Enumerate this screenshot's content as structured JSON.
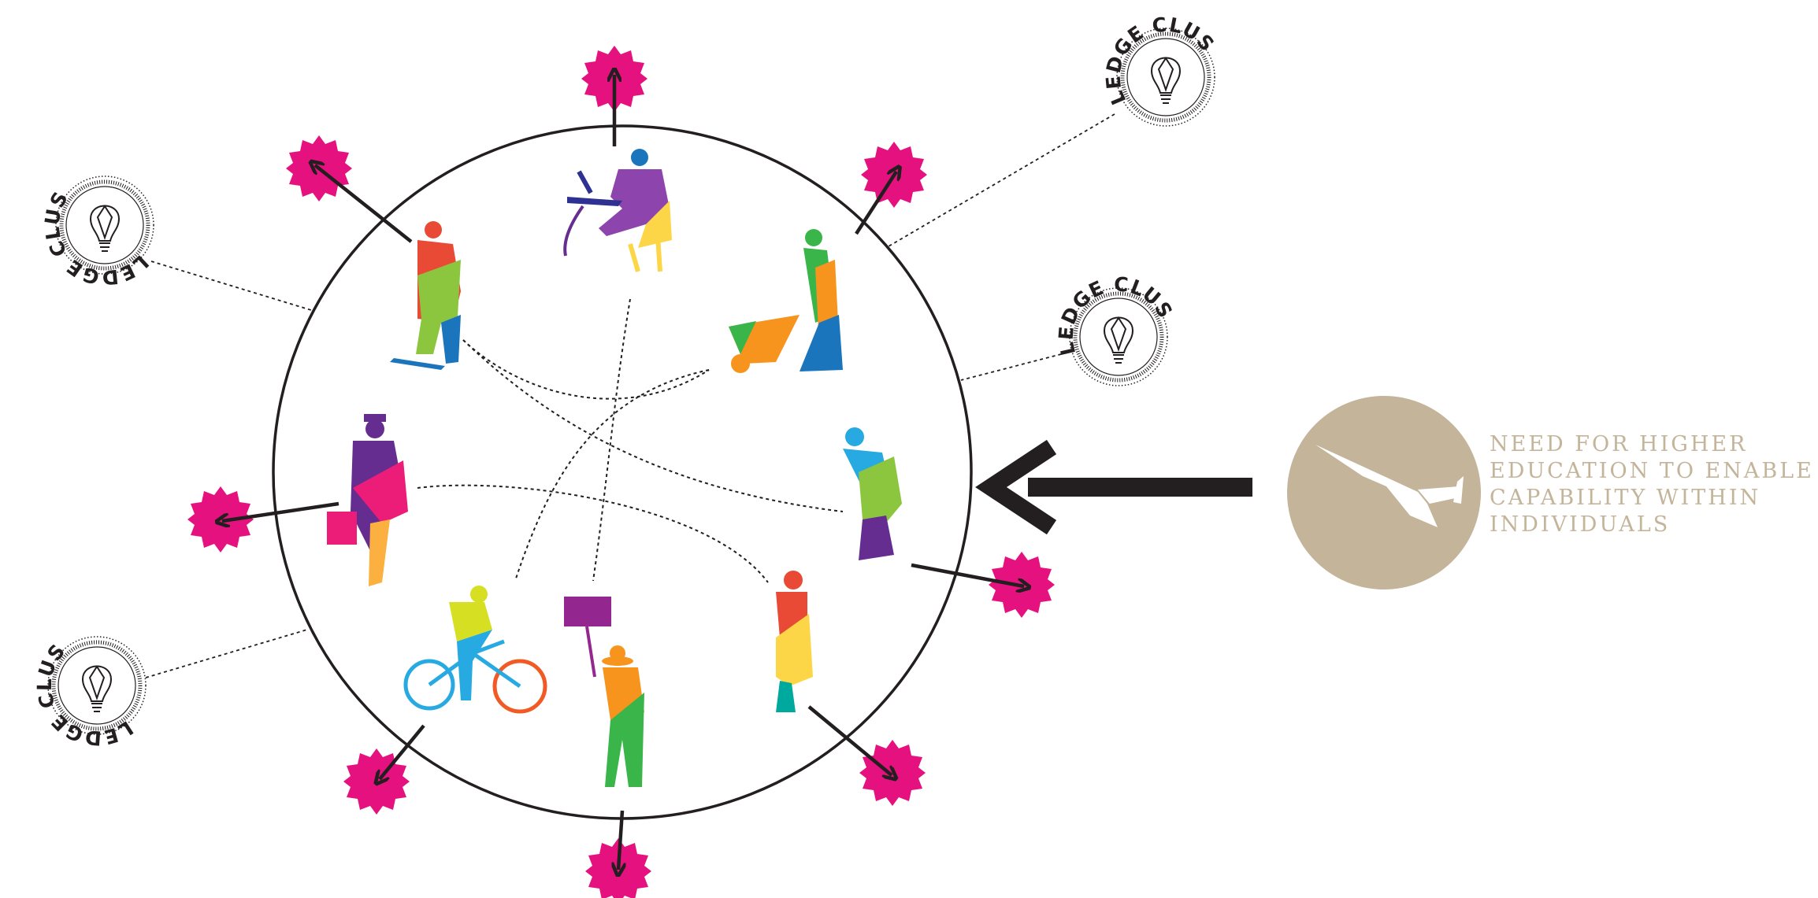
{
  "colors": {
    "burst": "#e5117e",
    "ink": "#231f20",
    "gold": "#c3b49a",
    "people": [
      "#e94a35",
      "#8cc63f",
      "#1b75bc",
      "#f7941d",
      "#662d91",
      "#ec1c79",
      "#27aae1",
      "#39b54a",
      "#fcd647",
      "#d7df23"
    ]
  },
  "clusters": [
    {
      "label": "KNOWLEDGE CLUSTERS",
      "icon": "lightbulb-icon"
    },
    {
      "label": "KNOWLEDGE CLUSTERS",
      "icon": "lightbulb-icon"
    },
    {
      "label": "KNOWLEDGE CLUSTERS",
      "icon": "lightbulb-icon"
    },
    {
      "label": "KNOWLEDGE CLUSTERS",
      "icon": "lightbulb-icon"
    }
  ],
  "people": [
    {
      "icon": "skateboarder-icon"
    },
    {
      "icon": "desk-worker-icon"
    },
    {
      "icon": "wheelbarrow-worker-icon"
    },
    {
      "icon": "businessman-icon"
    },
    {
      "icon": "pregnant-woman-icon"
    },
    {
      "icon": "cyclist-icon"
    },
    {
      "icon": "sign-holder-icon"
    },
    {
      "icon": "woman-icon"
    }
  ],
  "emblem": {
    "icon": "graduation-cap-icon"
  },
  "tagline": [
    "NEED FOR HIGHER",
    "EDUCATION TO ENABLE",
    "CAPABILITY WITHIN",
    "INDIVIDUALS"
  ]
}
